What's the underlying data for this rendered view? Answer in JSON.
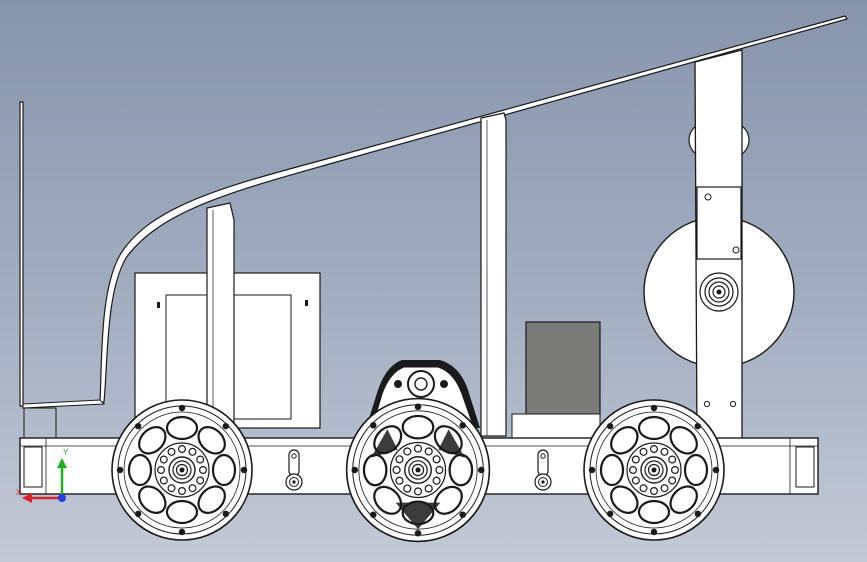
{
  "viewport": {
    "colors": {
      "sky_top": "#8795ab",
      "sky_bottom": "#c3cad6",
      "part_fill": "#ffffff",
      "edge": "#1a1a1a",
      "motor_block": "#7b7b78"
    }
  },
  "triad": {
    "x_label": "X",
    "y_label": "Y",
    "colors": {
      "x": "#e0202a",
      "y": "#1fb01f",
      "z": "#2340e0"
    }
  },
  "wheels": [
    {
      "name": "front-wheel"
    },
    {
      "name": "middle-wheel"
    },
    {
      "name": "rear-wheel"
    }
  ]
}
